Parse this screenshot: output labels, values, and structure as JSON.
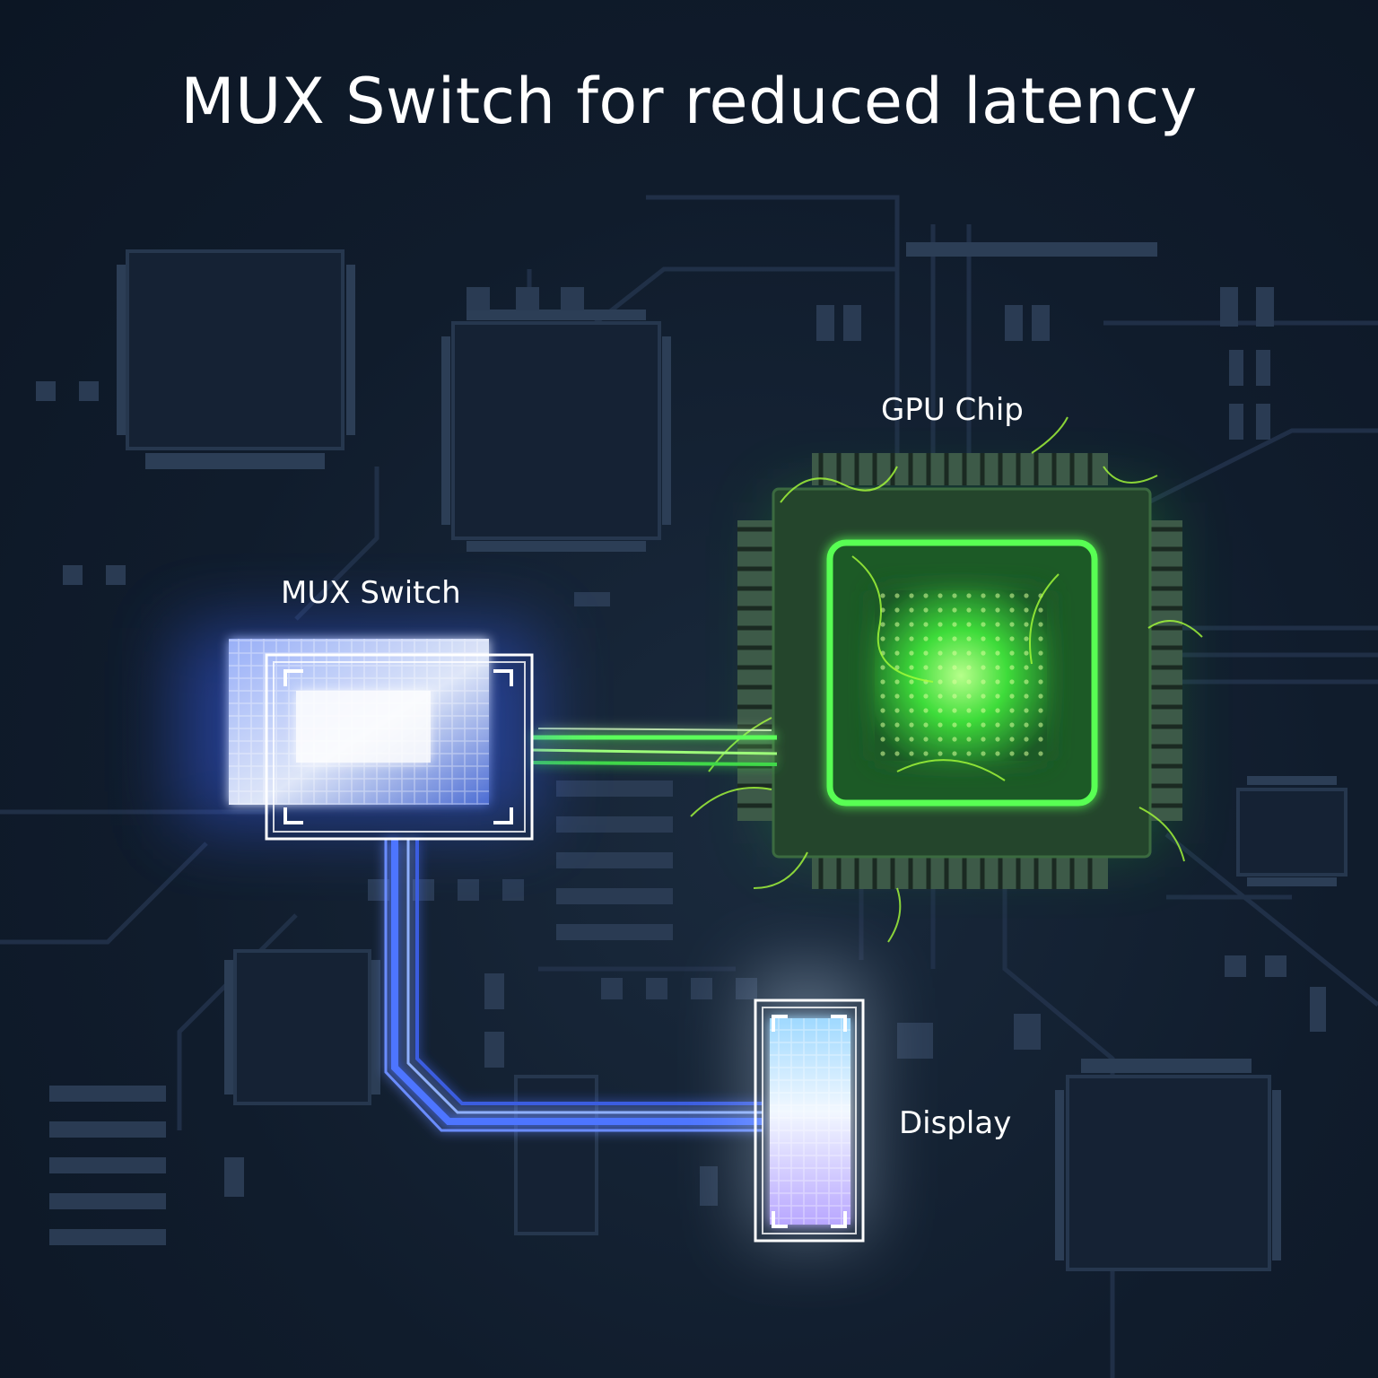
{
  "headline": "MUX Switch for reduced latency",
  "labels": {
    "gpu": "GPU Chip",
    "mux": "MUX Switch",
    "display": "Display"
  },
  "icons": [
    "gpu-chip-icon",
    "mux-switch-icon",
    "display-icon"
  ],
  "colors": {
    "background": "#101c2c",
    "circuit": "#1f2e42",
    "gpu_glow": "#3dff4a",
    "mux_glow": "#5a86ff",
    "display_glow": "#cfe6ff",
    "text": "#ffffff"
  }
}
